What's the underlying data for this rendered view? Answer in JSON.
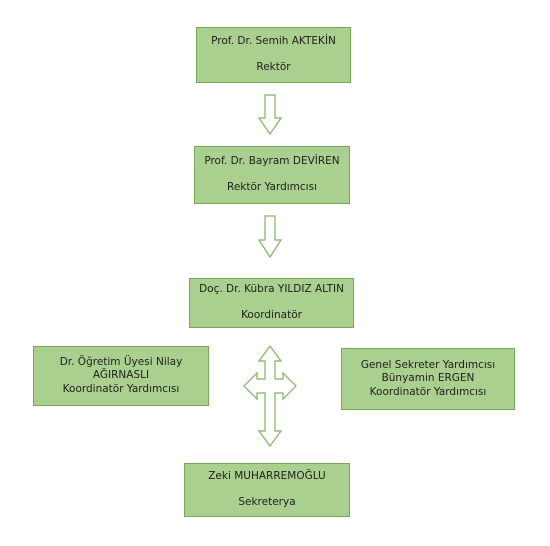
{
  "nodes": {
    "rector": {
      "name": "Prof. Dr. Semih AKTEKİN",
      "title": "Rektör"
    },
    "vice_rector": {
      "name": "Prof. Dr. Bayram DEVİREN",
      "title": "Rektör Yardımcısı"
    },
    "coordinator": {
      "name": "Doç. Dr. Kübra YILDIZ ALTIN",
      "title": "Koordinatör"
    },
    "assistant_left": {
      "line1": "Dr. Öğretim Üyesi Nilay",
      "line2": "AĞIRNASLI",
      "line3": "Koordinatör Yardımcısı"
    },
    "assistant_right": {
      "line1": "Genel Sekreter Yardımcısı",
      "line2": "Bünyamin ERGEN",
      "line3": "Koordinatör Yardımcısı"
    },
    "secretary": {
      "name": "Zeki MUHARREMOĞLU",
      "title": "Sekreterya"
    }
  },
  "colors": {
    "box_fill": "#a9d08e",
    "box_border": "#78a85a",
    "arrow_stroke": "#7fb35f"
  }
}
